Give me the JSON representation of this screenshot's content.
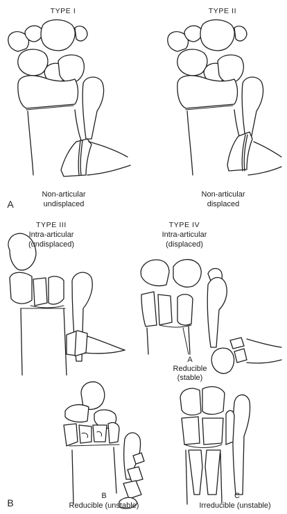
{
  "panel_a": {
    "section_letter": "A",
    "type1": {
      "title": "TYPE I",
      "caption_line1": "Non-articular",
      "caption_line2": "undisplaced"
    },
    "type2": {
      "title": "TYPE II",
      "caption_line1": "Non-articular",
      "caption_line2": "displaced"
    }
  },
  "panel_b": {
    "section_letter": "B",
    "type3": {
      "title": "TYPE III",
      "subtitle_line1": "Intra-articular",
      "subtitle_line2": "(undisplaced)"
    },
    "type4": {
      "title": "TYPE IV",
      "subtitle_line1": "Intra-articular",
      "subtitle_line2": "(displaced)",
      "sub_a": {
        "letter": "A",
        "line1": "Reducible",
        "line2": "(stable)"
      },
      "sub_b": {
        "letter": "B",
        "caption": "Reducible (unstable)"
      },
      "sub_c": {
        "letter": "C",
        "caption": "Irreducible (unstable)"
      }
    }
  }
}
